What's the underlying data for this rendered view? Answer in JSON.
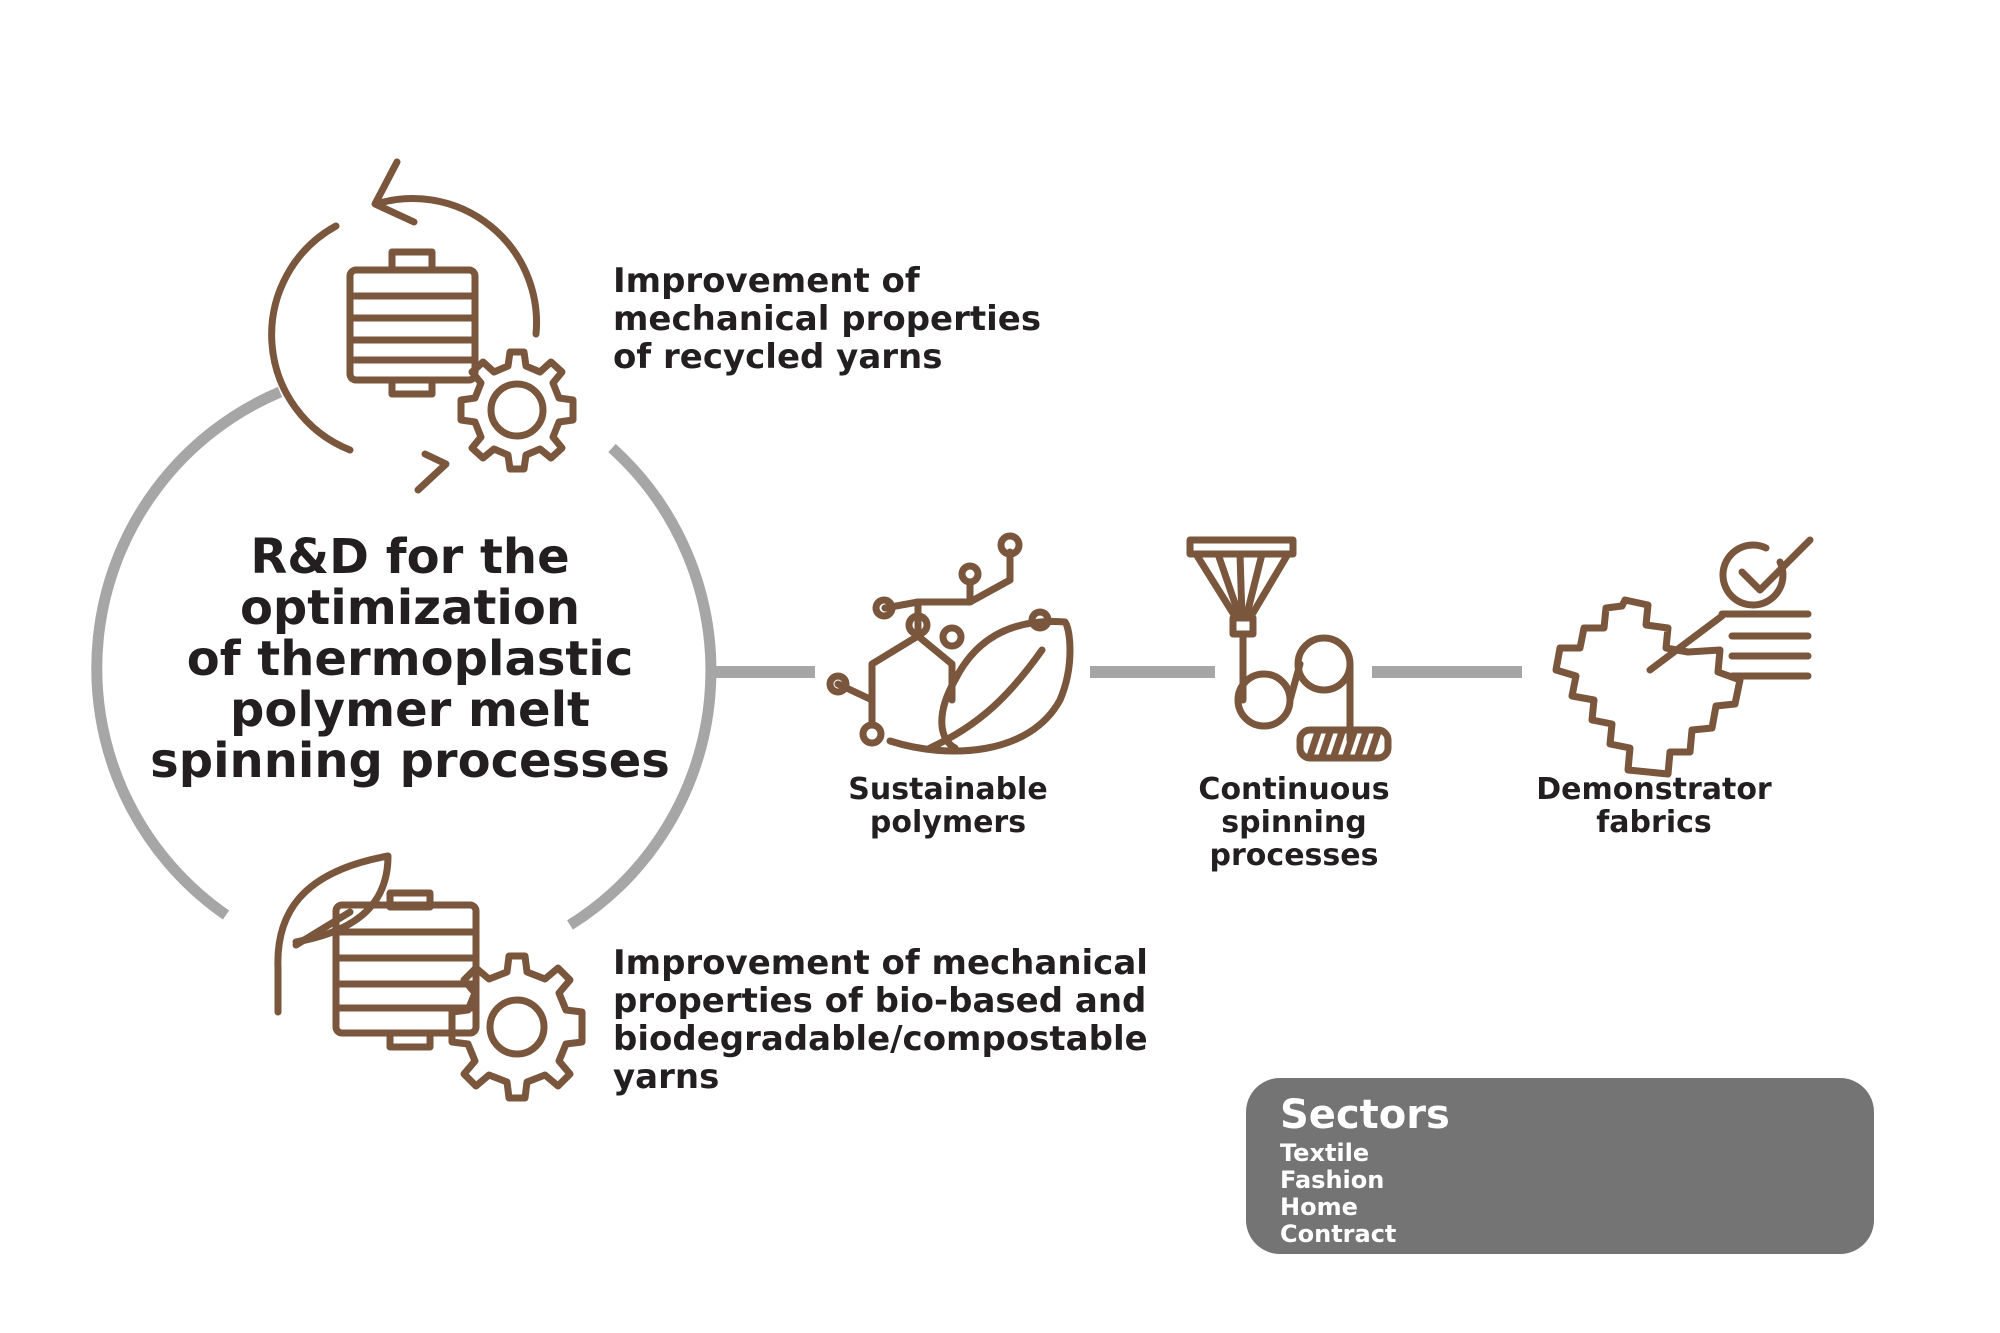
{
  "center_title": [
    "R&D for the",
    "optimization",
    "of thermoplastic",
    "polymer melt",
    "spinning processes"
  ],
  "top_caption": [
    "Improvement of",
    "mechanical properties",
    "of recycled yarns"
  ],
  "bottom_caption": [
    "Improvement of mechanical",
    "properties of bio-based and",
    "biodegradable/compostable",
    "yarns"
  ],
  "steps": [
    {
      "label": [
        "Sustainable",
        "polymers"
      ],
      "icon": "molecule-leaf-icon"
    },
    {
      "label": [
        "Continuous",
        "spinning",
        "processes"
      ],
      "icon": "spinning-machine-icon"
    },
    {
      "label": [
        "Demonstrator",
        "fabrics"
      ],
      "icon": "fabric-checklist-icon"
    }
  ],
  "sectors": {
    "title": "Sectors",
    "items": [
      "Textile",
      "Fashion",
      "Home",
      "Contract"
    ],
    "icons": [
      "fabric-icon",
      "mannequin-icon",
      "armchair-icon",
      "hotel-icon"
    ]
  },
  "colors": {
    "brown": "#7a563d",
    "grey": "#a6a6a6",
    "panel": "#747474",
    "text": "#231f20"
  }
}
